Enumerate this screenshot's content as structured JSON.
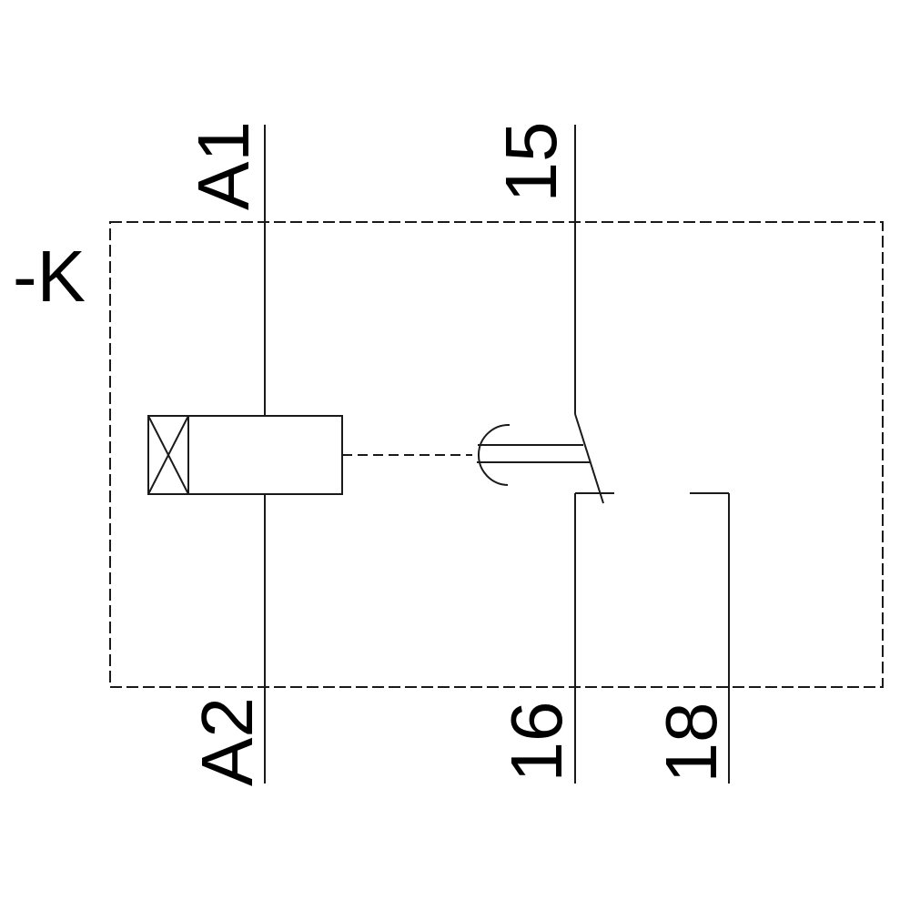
{
  "meta": {
    "description": "Relay wiring schematic: coil A1-A2 operating a changeover contact 15-16-18",
    "background_color": "#ffffff",
    "line_color": "#1a1a1a",
    "text_color": "#000000"
  },
  "diagram": {
    "device_label": "-K",
    "terminals": {
      "coil_top": "A1",
      "coil_bottom": "A2",
      "contact_common": "15",
      "contact_nc": "16",
      "contact_no": "18"
    }
  }
}
